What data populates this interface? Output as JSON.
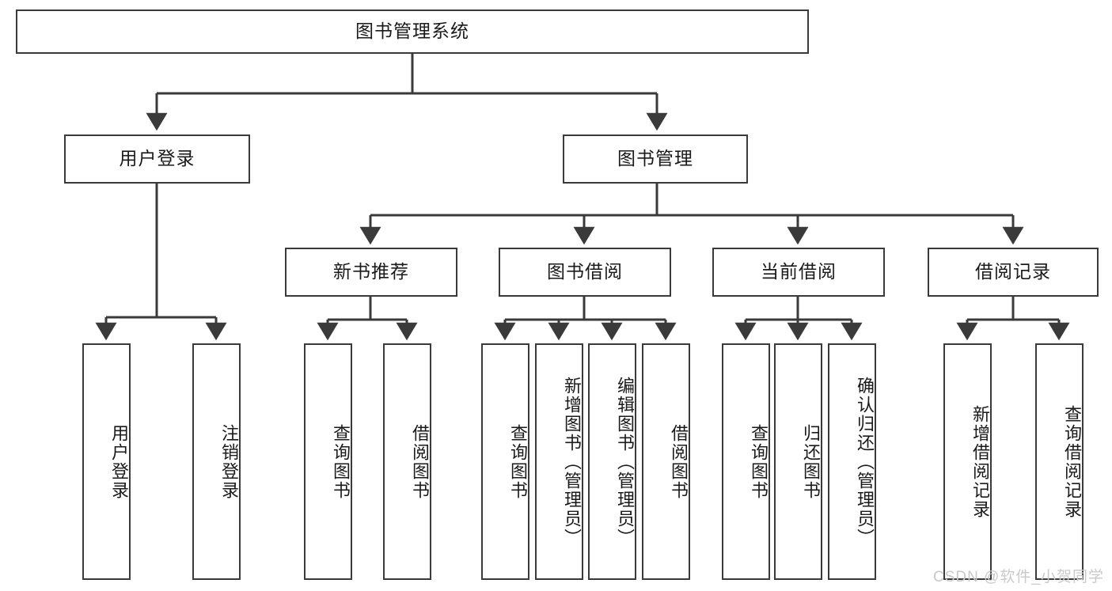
{
  "diagram": {
    "type": "tree-hierarchy-chart",
    "title_node": "图书管理系统",
    "line_color": "#3a3a3a",
    "box_fill": "#ffffff",
    "text_color": "#1a1a1a",
    "levels": {
      "root": {
        "label": "图书管理系统"
      },
      "level2": [
        {
          "label": "用户登录"
        },
        {
          "label": "图书管理"
        }
      ],
      "level3": [
        {
          "label": "新书推荐"
        },
        {
          "label": "图书借阅"
        },
        {
          "label": "当前借阅"
        },
        {
          "label": "借阅记录"
        }
      ],
      "leaves": [
        {
          "label": "用户登录"
        },
        {
          "label": "注销登录"
        },
        {
          "label": "查询图书"
        },
        {
          "label": "借阅图书"
        },
        {
          "label": "查询图书"
        },
        {
          "label": "新增图书（管理员）"
        },
        {
          "label": "编辑图书（管理员）"
        },
        {
          "label": "借阅图书"
        },
        {
          "label": "查询图书"
        },
        {
          "label": "归还图书"
        },
        {
          "label": "确认归还（管理员）"
        },
        {
          "label": "新增借阅记录"
        },
        {
          "label": "查询借阅记录"
        }
      ]
    }
  },
  "watermark": {
    "text": "CSDN @软件_小贺同学"
  }
}
